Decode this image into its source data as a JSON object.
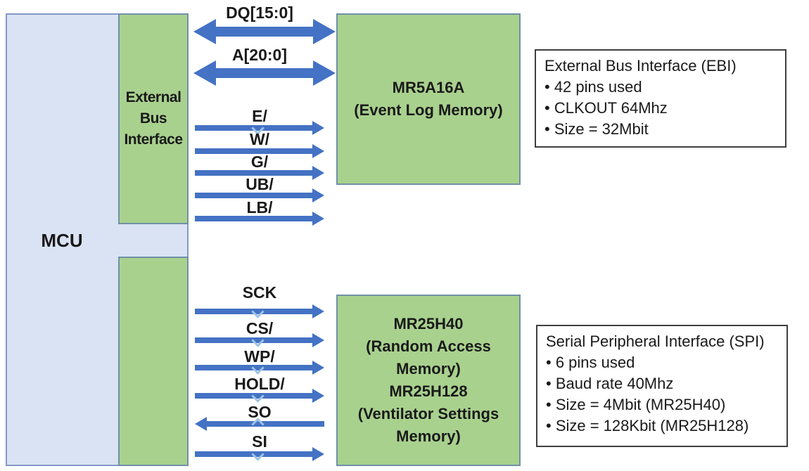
{
  "mcu": {
    "label": "MCU"
  },
  "ebi_block": {
    "label": "External Bus Interface"
  },
  "event_log_memory": {
    "line1": "MR5A16A",
    "line2": "(Event Log Memory)"
  },
  "settings_memory": {
    "lines": [
      "MR25H40",
      "(Random Access",
      "Memory)",
      "MR25H128",
      "(Ventilator Settings",
      "Memory)"
    ]
  },
  "ebi_signals": [
    {
      "label": "DQ[15:0]",
      "direction": "bidirectional"
    },
    {
      "label": "A[20:0]",
      "direction": "bidirectional"
    },
    {
      "label": "E/",
      "direction": "right"
    },
    {
      "label": "W/",
      "direction": "right"
    },
    {
      "label": "G/",
      "direction": "right"
    },
    {
      "label": "UB/",
      "direction": "right"
    },
    {
      "label": "LB/",
      "direction": "right"
    }
  ],
  "spi_signals": [
    {
      "label": "SCK",
      "direction": "right"
    },
    {
      "label": "CS/",
      "direction": "right"
    },
    {
      "label": "WP/",
      "direction": "right"
    },
    {
      "label": "HOLD/",
      "direction": "right"
    },
    {
      "label": "SO",
      "direction": "left"
    },
    {
      "label": "SI",
      "direction": "right"
    }
  ],
  "ebi_info": {
    "title": "External Bus Interface (EBI)",
    "bullets": [
      "• 42 pins used",
      "• CLKOUT 64Mhz",
      "• Size = 32Mbit"
    ]
  },
  "spi_info": {
    "title": "Serial Peripheral Interface (SPI)",
    "bullets": [
      "• 6 pins used",
      "• Baud rate 40Mhz",
      "• Size = 4Mbit (MR25H40)",
      "• Size = 128Kbit (MR25H128)"
    ]
  },
  "colors": {
    "mcu_fill": "#dae3f3",
    "mcu_border": "#8599c8",
    "green_fill": "#a9d18e",
    "green_border": "#7091a8",
    "arrow": "#4472c4",
    "chevron": "#9dc3e6",
    "info_border": "#3f3f3f",
    "text": "#1a1a1a"
  }
}
